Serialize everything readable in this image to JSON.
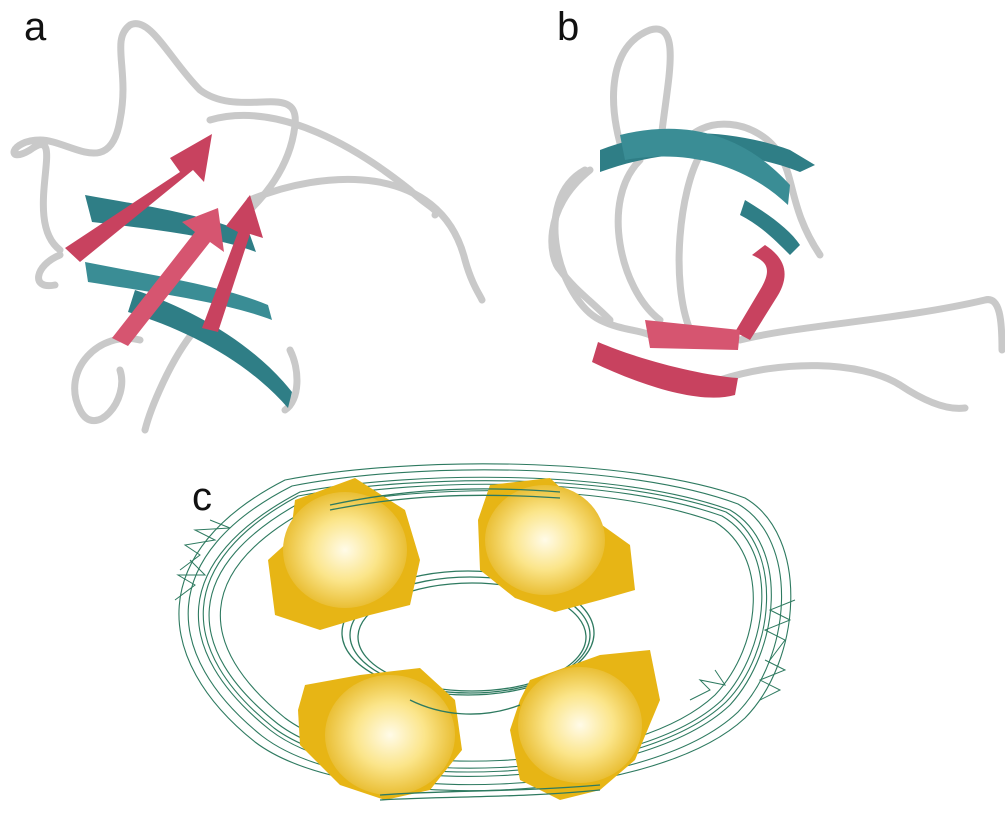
{
  "panels": {
    "a": {
      "label": "a"
    },
    "b": {
      "label": "b"
    },
    "c": {
      "label": "c"
    }
  },
  "colors": {
    "coil": "#c9c9c9",
    "strand_red": "#c8425f",
    "strand_red_light": "#e07a92",
    "strand_teal": "#2f7e86",
    "strand_teal_light": "#4aa1a8",
    "mesh": "#2e7a60",
    "density_yellow": "#f1c21d",
    "density_highlight": "#fffbe8"
  }
}
